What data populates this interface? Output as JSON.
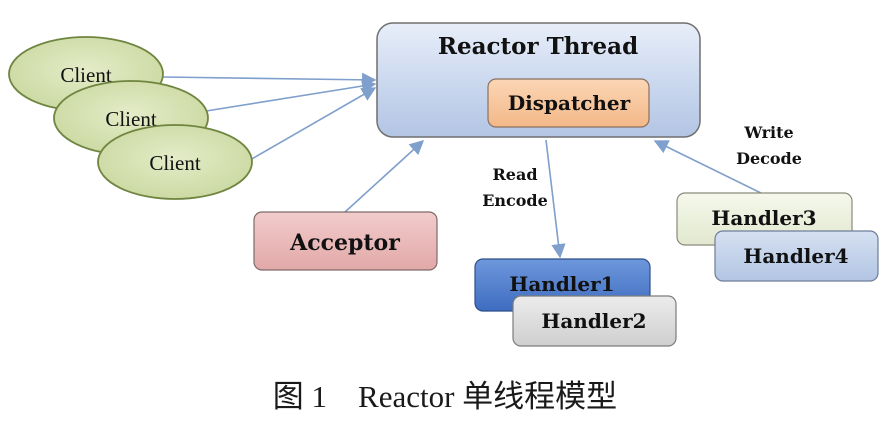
{
  "reactor": {
    "title": "Reactor Thread",
    "dispatcher": "Dispatcher"
  },
  "clients": [
    "Client",
    "Client",
    "Client"
  ],
  "acceptor": "Acceptor",
  "handlers": {
    "handler1": "Handler1",
    "handler2": "Handler2",
    "handler3": "Handler3",
    "handler4": "Handler4"
  },
  "edge_labels": {
    "read": "Read",
    "encode": "Encode",
    "write": "Write",
    "decode": "Decode"
  },
  "caption": "图 1    Reactor 单线程模型",
  "colors": {
    "client_fill": "#d7e2b5",
    "client_stroke": "#768b43",
    "reactor_fill_top": "#e4ecf8",
    "reactor_fill_bottom": "#b6c8e6",
    "dispatcher_fill": "#f8c8a0",
    "acceptor_fill": "#e9b6b6",
    "handler1_fill": "#4f80d0",
    "handler2_fill": "#dcdcdc",
    "handler3_fill": "#eef2df",
    "handler4_fill": "#c4d3ea",
    "arrow": "#7f9fcc"
  }
}
